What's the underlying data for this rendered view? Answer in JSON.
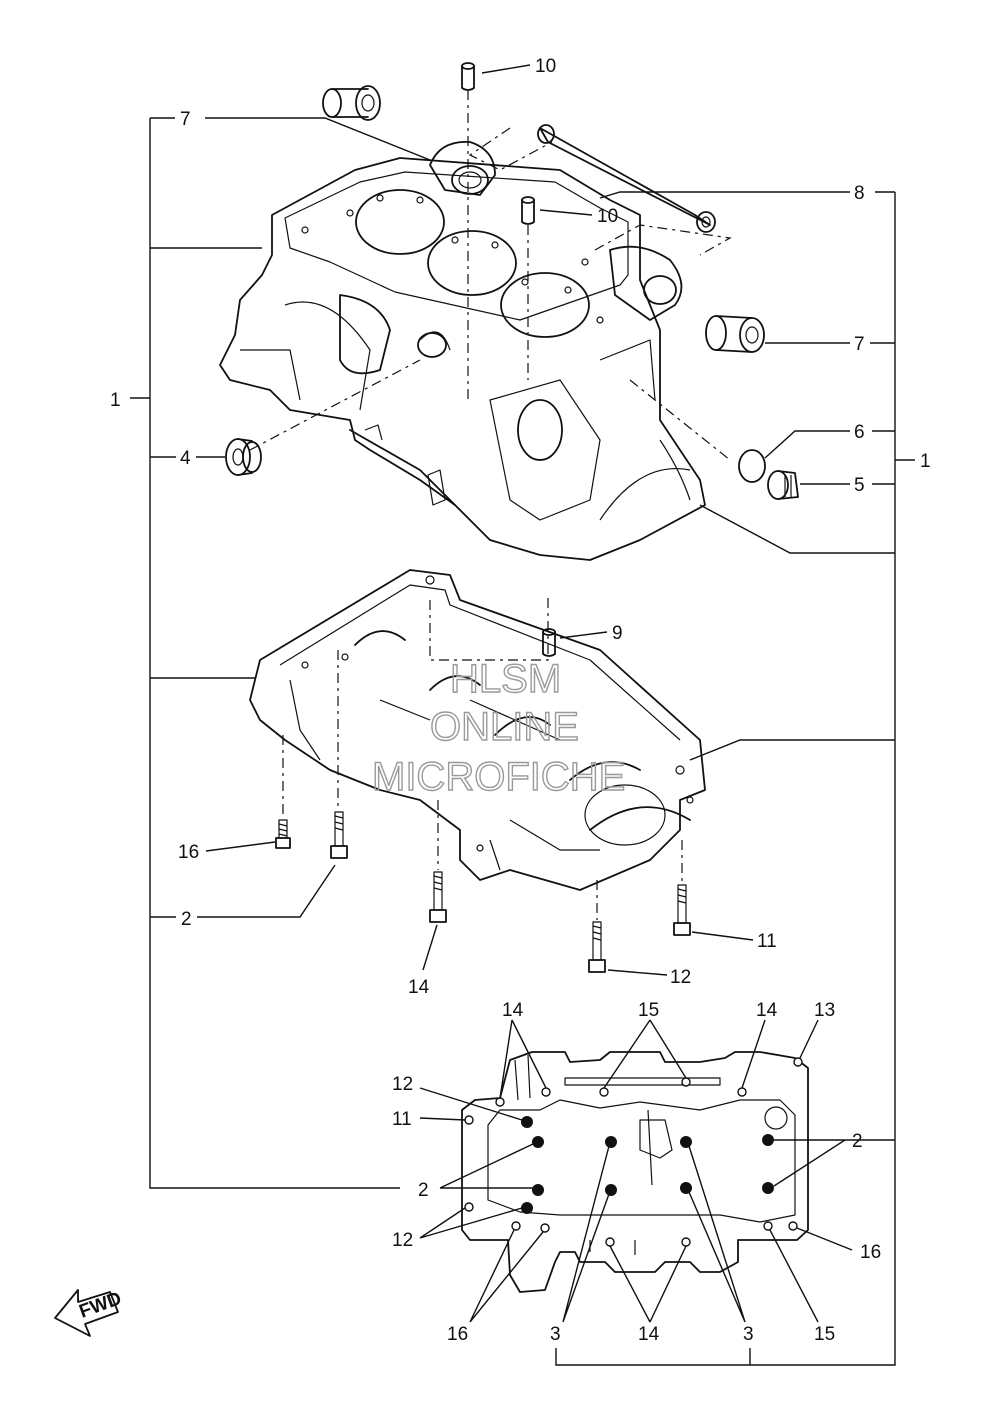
{
  "labels": {
    "p1_left": "1",
    "p1_right": "1",
    "p2_side": "2",
    "p2_bolts_left": "2",
    "p2_bolts_right": "2",
    "p3_left": "3",
    "p3_right": "3",
    "p4": "4",
    "p5": "5",
    "p6": "6",
    "p7_left": "7",
    "p7_right": "7",
    "p8": "8",
    "p9": "9",
    "p10_top": "10",
    "p10_mid": "10",
    "p11_lower": "11",
    "p11_plan": "11",
    "p12_lower": "12",
    "p12_plan_top": "12",
    "p12_plan_bottom": "12",
    "p13": "13",
    "p14_bolt": "14",
    "p14_plan_left": "14",
    "p14_plan_right": "14",
    "p14_plan_bottom": "14",
    "p15_plan_top": "15",
    "p15_plan_bottom": "15",
    "p16_lower": "16",
    "p16_plan_left": "16",
    "p16_plan_right": "16"
  },
  "watermark": [
    "HLSM",
    "ONLINE",
    "MICROFICHE"
  ],
  "fwd_badge": "FWD",
  "colors": {
    "line": "#111111",
    "watermark": "#9a9a9a",
    "background": "#ffffff"
  }
}
